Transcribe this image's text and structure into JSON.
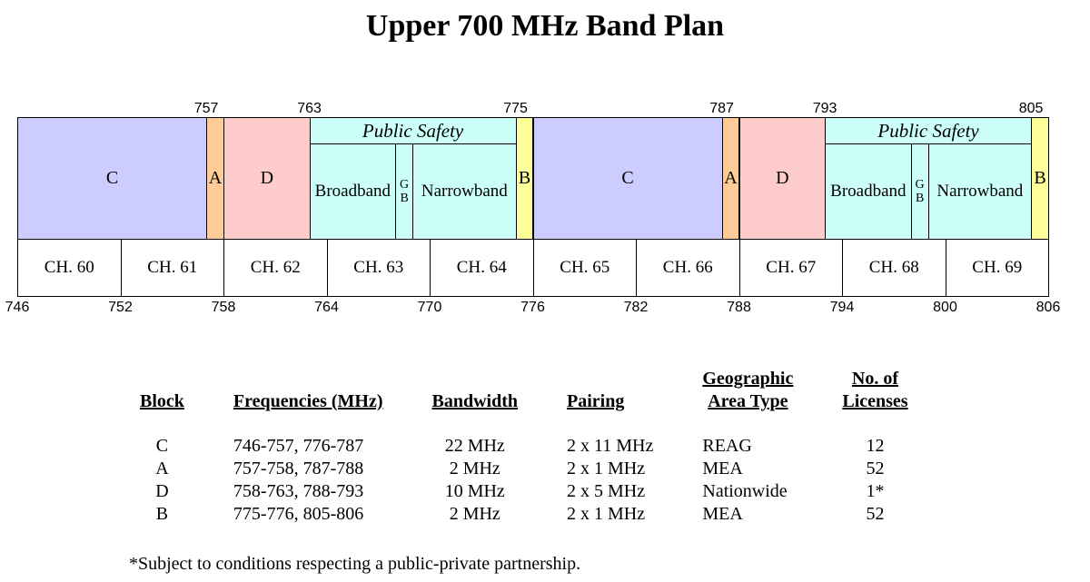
{
  "title": "Upper 700 MHz Band Plan",
  "colors": {
    "C": "#ccccff",
    "A": "#ffcc99",
    "D": "#ffcccc",
    "public_safety": "#ccfff9",
    "B": "#ffff99"
  },
  "blocks": [
    {
      "label": "C",
      "start": 746,
      "end": 757
    },
    {
      "label": "A",
      "start": 757,
      "end": 758
    },
    {
      "label": "D",
      "start": 758,
      "end": 763
    },
    {
      "label": "Public Safety",
      "start": 763,
      "end": 775,
      "sub": [
        {
          "label": "Broadband",
          "start": 763,
          "end": 768
        },
        {
          "label": "G B",
          "start": 768,
          "end": 769
        },
        {
          "label": "Narrowband",
          "start": 769,
          "end": 775
        }
      ]
    },
    {
      "label": "B",
      "start": 775,
      "end": 776
    },
    {
      "label": "C",
      "start": 776,
      "end": 787
    },
    {
      "label": "A",
      "start": 787,
      "end": 788
    },
    {
      "label": "D",
      "start": 788,
      "end": 793
    },
    {
      "label": "Public Safety",
      "start": 793,
      "end": 805,
      "sub": [
        {
          "label": "Broadband",
          "start": 793,
          "end": 798
        },
        {
          "label": "G B",
          "start": 798,
          "end": 799
        },
        {
          "label": "Narrowband",
          "start": 799,
          "end": 805
        }
      ]
    },
    {
      "label": "B",
      "start": 805,
      "end": 806
    }
  ],
  "top_markers": [
    "757",
    "763",
    "775",
    "787",
    "793",
    "805"
  ],
  "channels": [
    "CH. 60",
    "CH. 61",
    "CH. 62",
    "CH. 63",
    "CH. 64",
    "CH. 65",
    "CH. 66",
    "CH. 67",
    "CH. 68",
    "CH. 69"
  ],
  "bottom_markers": [
    "746",
    "752",
    "758",
    "764",
    "770",
    "776",
    "782",
    "788",
    "794",
    "800",
    "806"
  ],
  "table": {
    "headers": [
      "Block",
      "Frequencies (MHz)",
      "Bandwidth",
      "Pairing",
      "Geographic Area Type",
      "No. of Licenses"
    ],
    "header_lines": {
      "geo_line1": "Geographic",
      "geo_line2": "Area Type",
      "lic_line1": "No. of",
      "lic_line2": "Licenses"
    },
    "rows": [
      [
        "C",
        "746-757, 776-787",
        "22 MHz",
        "2 x 11 MHz",
        "REAG",
        "12"
      ],
      [
        "A",
        "757-758, 787-788",
        "2 MHz",
        "2 x 1 MHz",
        "MEA",
        "52"
      ],
      [
        "D",
        "758-763, 788-793",
        "10 MHz",
        "2 x 5 MHz",
        "Nationwide",
        "1*"
      ],
      [
        "B",
        "775-776, 805-806",
        "2 MHz",
        "2 x 1 MHz",
        "MEA",
        "52"
      ]
    ]
  },
  "footnote": "*Subject to conditions respecting a public-private partnership."
}
